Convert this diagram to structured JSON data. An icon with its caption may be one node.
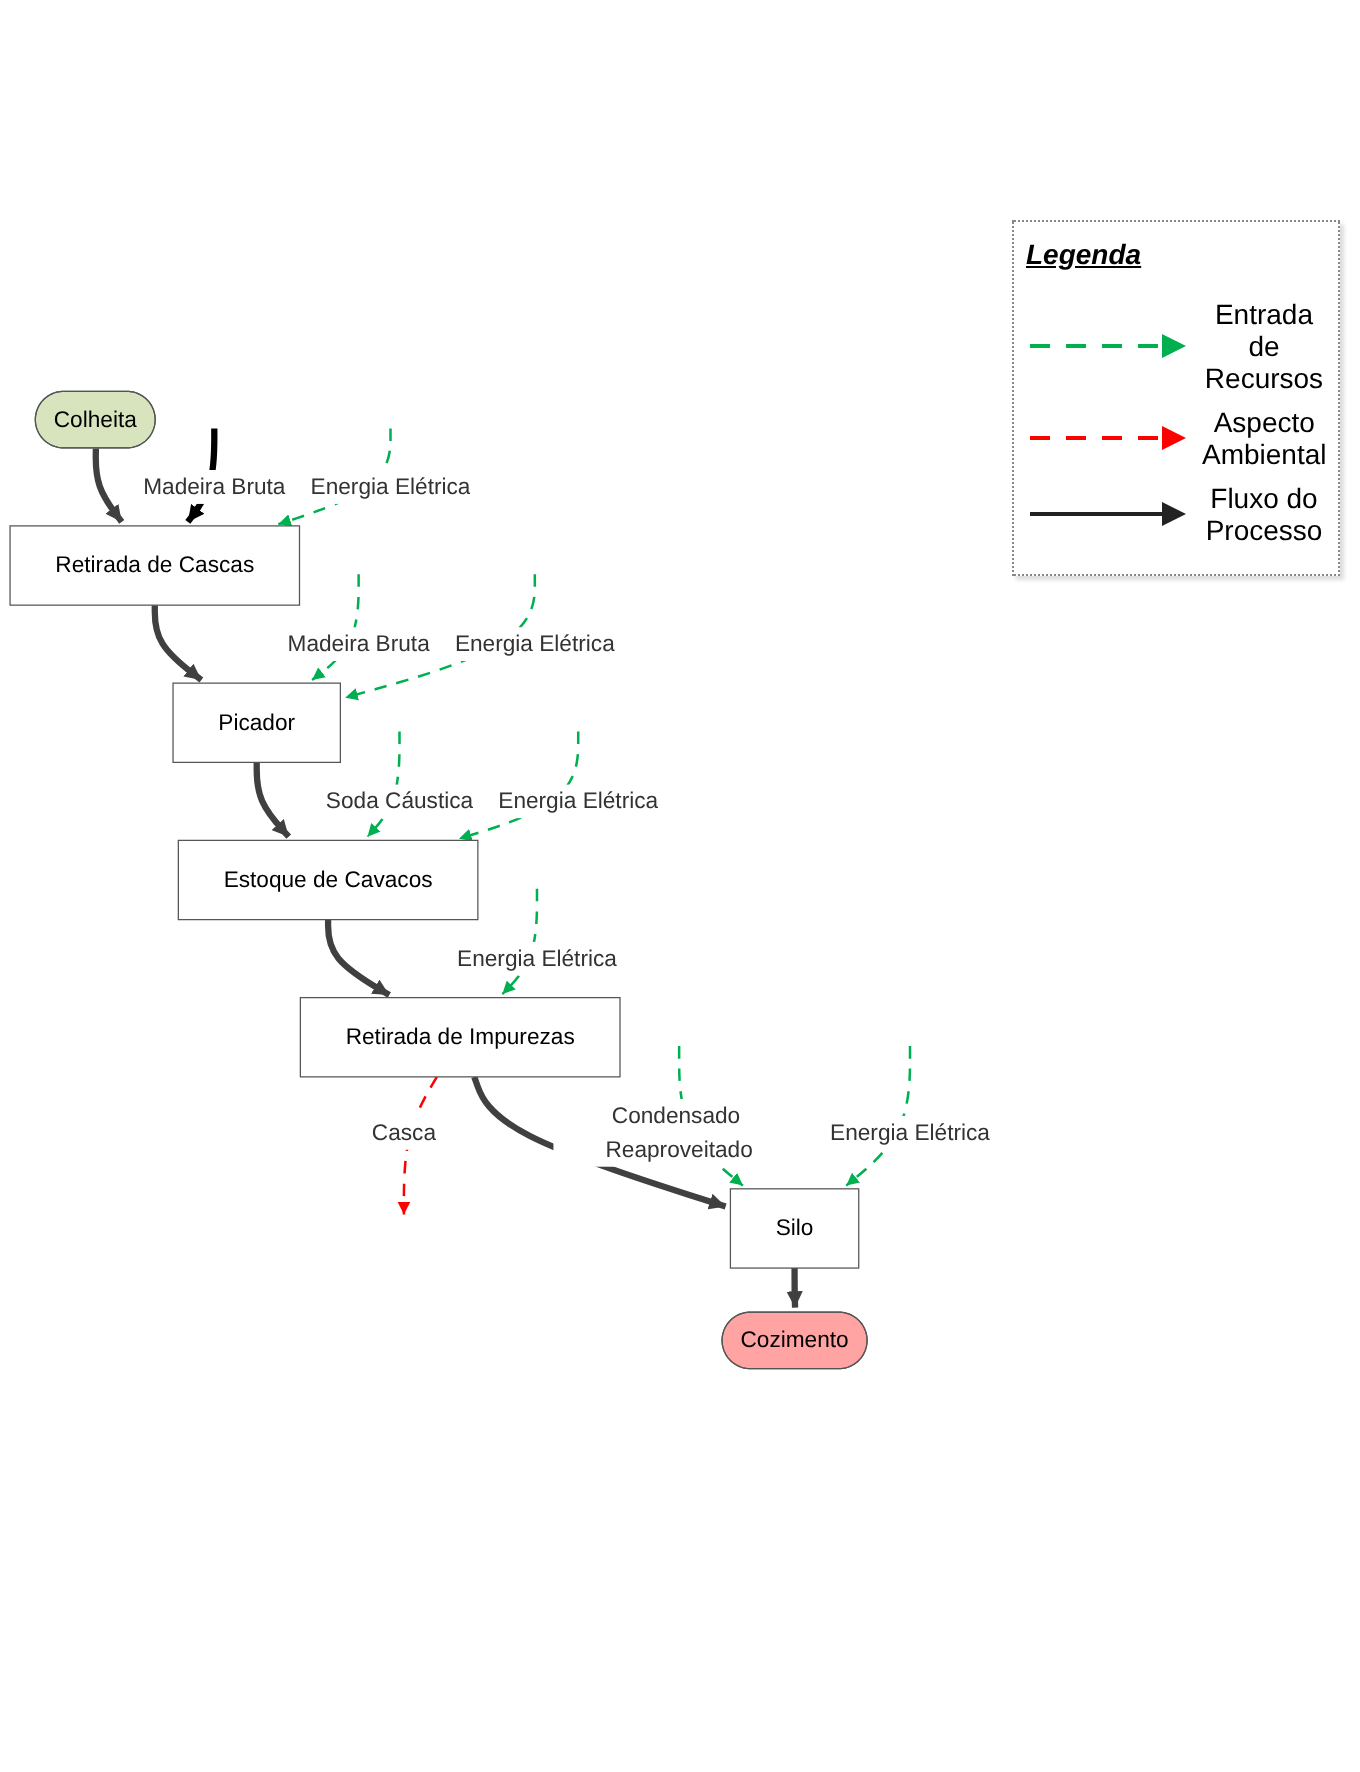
{
  "diagram": {
    "nodes": [
      {
        "text": [
          "Colheita"
        ]
      },
      {
        "text": [
          "Retirada de Cascas"
        ]
      },
      {
        "text": [
          "Picador"
        ]
      },
      {
        "text": [
          "Estoque de Cavacos"
        ]
      },
      {
        "text": [
          "Retirada de Impurezas"
        ]
      },
      {
        "text": [
          "Silo"
        ]
      },
      {
        "text": [
          "Cozimento"
        ]
      }
    ],
    "edges": [
      {
        "from": 0,
        "to": 1,
        "arrow": "to",
        "style": "thick",
        "color": "#404040"
      },
      {
        "from": null,
        "to": 1,
        "arrow": "to",
        "label": "Madeira Bruta",
        "style": "thick",
        "color": "#000000"
      },
      {
        "from": null,
        "to": 1,
        "arrow": "to",
        "label": "Energia Elétrica",
        "style": "dashed"
      },
      {
        "from": 1,
        "to": 2,
        "arrow": "to",
        "style": "thick",
        "color": "#404040"
      },
      {
        "from": null,
        "to": 2,
        "arrow": "to",
        "label": "Madeira Bruta",
        "style": "dashed"
      },
      {
        "from": null,
        "to": 2,
        "arrow": "to",
        "label": "Energia Elétrica",
        "style": "dashed"
      },
      {
        "from": 2,
        "to": 3,
        "arrow": "to",
        "style": "thick",
        "color": "#404040"
      },
      {
        "from": null,
        "to": 3,
        "arrow": "to",
        "label": "Soda Cáustica",
        "style": "dashed"
      },
      {
        "from": null,
        "to": 3,
        "arrow": "to",
        "label": "Energia Elétrica",
        "style": "dashed"
      },
      {
        "from": 3,
        "to": 4,
        "arrow": "to",
        "style": "thick",
        "color": "#404040"
      },
      {
        "from": null,
        "to": 4,
        "arrow": "to",
        "label": "Energia Elétrica",
        "style": "dashed"
      },
      {
        "from": 4,
        "to": null,
        "arrow": "to",
        "label": "Casca",
        "style": "dashed",
        "color": "#ff0000"
      },
      {
        "from": 4,
        "to": 5,
        "arrow": "to",
        "style": "thick",
        "color": "#404040"
      },
      {
        "from": null,
        "to": 5,
        "arrow": "to",
        "label": "Condensado Reaproveitado",
        "style": "dashed"
      },
      {
        "from": null,
        "to": 5,
        "arrow": "to",
        "label": "Energia Elétrica",
        "style": "dashed"
      },
      {
        "from": 5,
        "to": 6,
        "arrow": "to",
        "style": "thick",
        "color": "#404040"
      }
    ],
    "labels": [
      "Legenda"
    ],
    "legend": [
      {
        "text": "Entrada de Recursos"
      },
      {
        "text": "Aspecto Ambiental"
      },
      {
        "text": "Fluxo do Processo"
      }
    ]
  }
}
